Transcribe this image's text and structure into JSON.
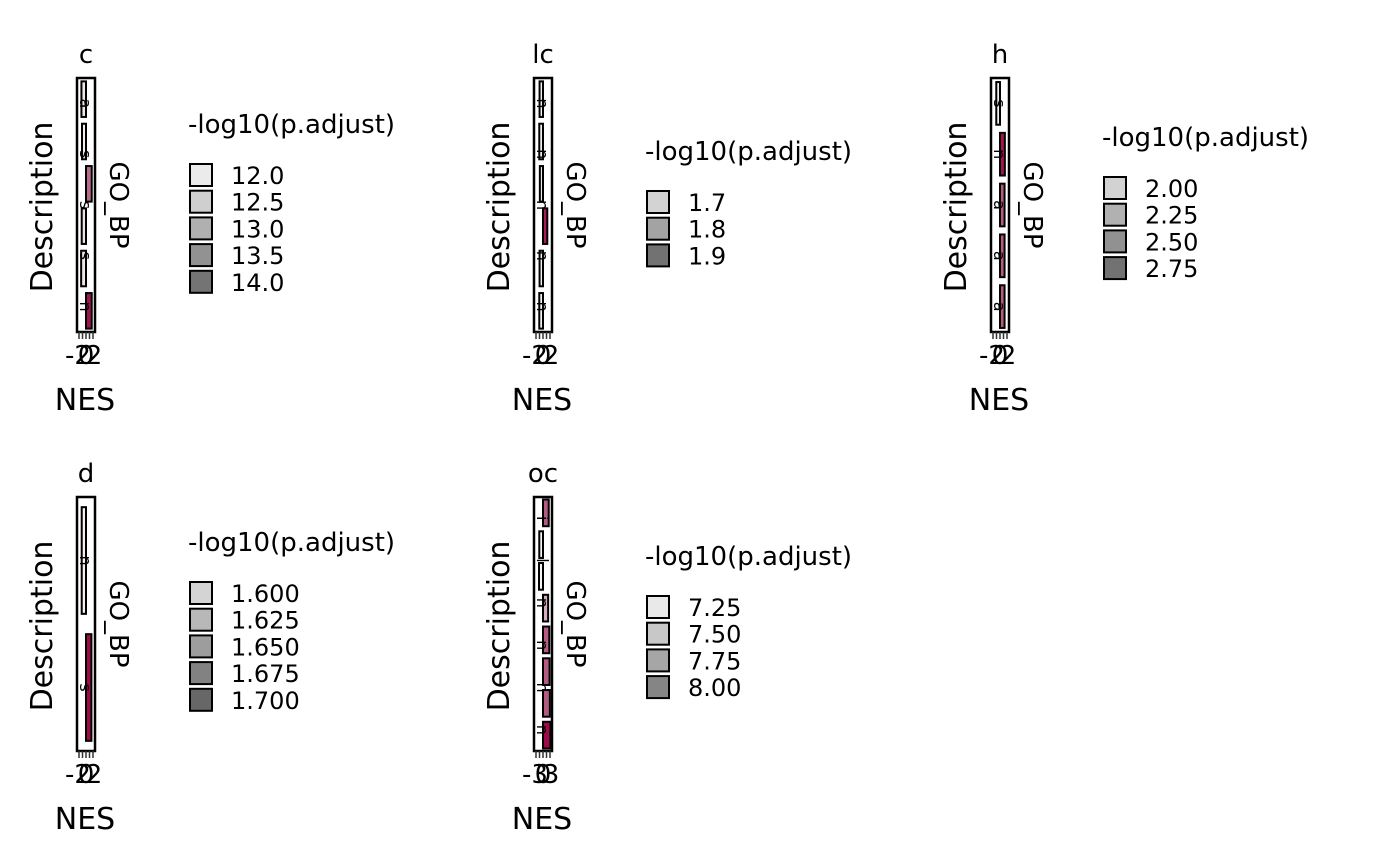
{
  "chart_data": [
    {
      "type": "bar",
      "title": "c",
      "xlabel": "NES",
      "ylabel": "Description",
      "facet_label": "GO_BP",
      "x_ticks": [
        "-2",
        "0",
        "2"
      ],
      "y_tick_labels": [
        "a",
        "s",
        "s",
        "s",
        "n"
      ],
      "legend_title": "-log10(p.adjust)",
      "legend_entries": [
        "12.0",
        "12.5",
        "13.0",
        "13.5",
        "14.0"
      ],
      "legend_colors": [
        "#ebebeb",
        "#cfcfcf",
        "#b0b0b0",
        "#929292",
        "#747474"
      ],
      "bars": [
        {
          "value": -1.6,
          "color": "#f2e4ea"
        },
        {
          "value": -1.4,
          "color": "#f6ecf0"
        },
        {
          "value": 2.0,
          "color": "#b86d8d"
        },
        {
          "value": -1.5,
          "color": "#f0dde5"
        },
        {
          "value": -1.7,
          "color": "#f2e2e9"
        },
        {
          "value": 2.0,
          "color": "#a1154f"
        }
      ],
      "grid": false
    },
    {
      "type": "bar",
      "title": "lc",
      "xlabel": "NES",
      "ylabel": "Description",
      "facet_label": "GO_BP",
      "x_ticks": [
        "-2",
        "0",
        "2"
      ],
      "y_tick_labels": [
        "n",
        "n",
        "n",
        "n",
        "n"
      ],
      "legend_title": "-log10(p.adjust)",
      "legend_entries": [
        "1.7",
        "1.8",
        "1.9"
      ],
      "legend_colors": [
        "#d3d3d3",
        "#a3a3a3",
        "#727272"
      ],
      "bars": [
        {
          "value": -1.2,
          "color": "#f8f2f4"
        },
        {
          "value": -1.3,
          "color": "#f7eef2"
        },
        {
          "value": -1.1,
          "color": "#efe2e8"
        },
        {
          "value": 1.5,
          "color": "#a91e58"
        },
        {
          "value": -1.2,
          "color": "#f8f2f4"
        },
        {
          "value": -1.3,
          "color": "#f8f2f4"
        }
      ],
      "grid": false
    },
    {
      "type": "bar",
      "title": "h",
      "xlabel": "NES",
      "ylabel": "Description",
      "facet_label": "GO_BP",
      "x_ticks": [
        "-2",
        "0",
        "2"
      ],
      "y_tick_labels": [
        "s",
        "n",
        "a",
        "a",
        "a"
      ],
      "legend_title": "-log10(p.adjust)",
      "legend_entries": [
        "2.00",
        "2.25",
        "2.50",
        "2.75"
      ],
      "legend_colors": [
        "#d2d2d2",
        "#b1b1b1",
        "#919191",
        "#727272"
      ],
      "bars": [
        {
          "value": -1.3,
          "color": "#f8f2f4"
        },
        {
          "value": 1.7,
          "color": "#a31550"
        },
        {
          "value": 1.6,
          "color": "#b45b82"
        },
        {
          "value": 1.6,
          "color": "#b45b82"
        },
        {
          "value": 1.6,
          "color": "#b45b82"
        }
      ],
      "grid": false
    },
    {
      "type": "bar",
      "title": "d",
      "xlabel": "NES",
      "ylabel": "Description",
      "facet_label": "GO_BP",
      "x_ticks": [
        "-2",
        "0",
        "2"
      ],
      "y_tick_labels": [
        "n",
        "s"
      ],
      "legend_title": "-log10(p.adjust)",
      "legend_entries": [
        "1.600",
        "1.625",
        "1.650",
        "1.675",
        "1.700"
      ],
      "legend_colors": [
        "#d4d4d4",
        "#b8b8b8",
        "#9d9d9d",
        "#828282",
        "#676767"
      ],
      "bars": [
        {
          "value": -1.5,
          "color": "#f6edf1"
        },
        {
          "value": 1.9,
          "color": "#9e0b48"
        }
      ],
      "grid": false
    },
    {
      "type": "bar",
      "title": "oc",
      "xlabel": "NES",
      "ylabel": "Description",
      "facet_label": "GO_BP",
      "x_ticks": [
        "-3",
        "0",
        "3"
      ],
      "y_tick_labels": [
        "i",
        "l",
        "n",
        "n",
        "n",
        "n"
      ],
      "legend_title": "-log10(p.adjust)",
      "legend_entries": [
        "7.25",
        "7.50",
        "7.75",
        "8.00"
      ],
      "legend_colors": [
        "#e9e9e9",
        "#c8c8c8",
        "#a6a6a6",
        "#858585"
      ],
      "bars": [
        {
          "value": 2.0,
          "color": "#b45b82"
        },
        {
          "value": -1.3,
          "color": "#f8f2f4"
        },
        {
          "value": -1.4,
          "color": "#f8f2f4"
        },
        {
          "value": 1.8,
          "color": "#d5adbf"
        },
        {
          "value": 2.2,
          "color": "#b45b82"
        },
        {
          "value": 2.3,
          "color": "#b45b82"
        },
        {
          "value": 2.4,
          "color": "#b45b82"
        },
        {
          "value": 2.6,
          "color": "#9e0b48"
        }
      ],
      "grid": false
    }
  ]
}
